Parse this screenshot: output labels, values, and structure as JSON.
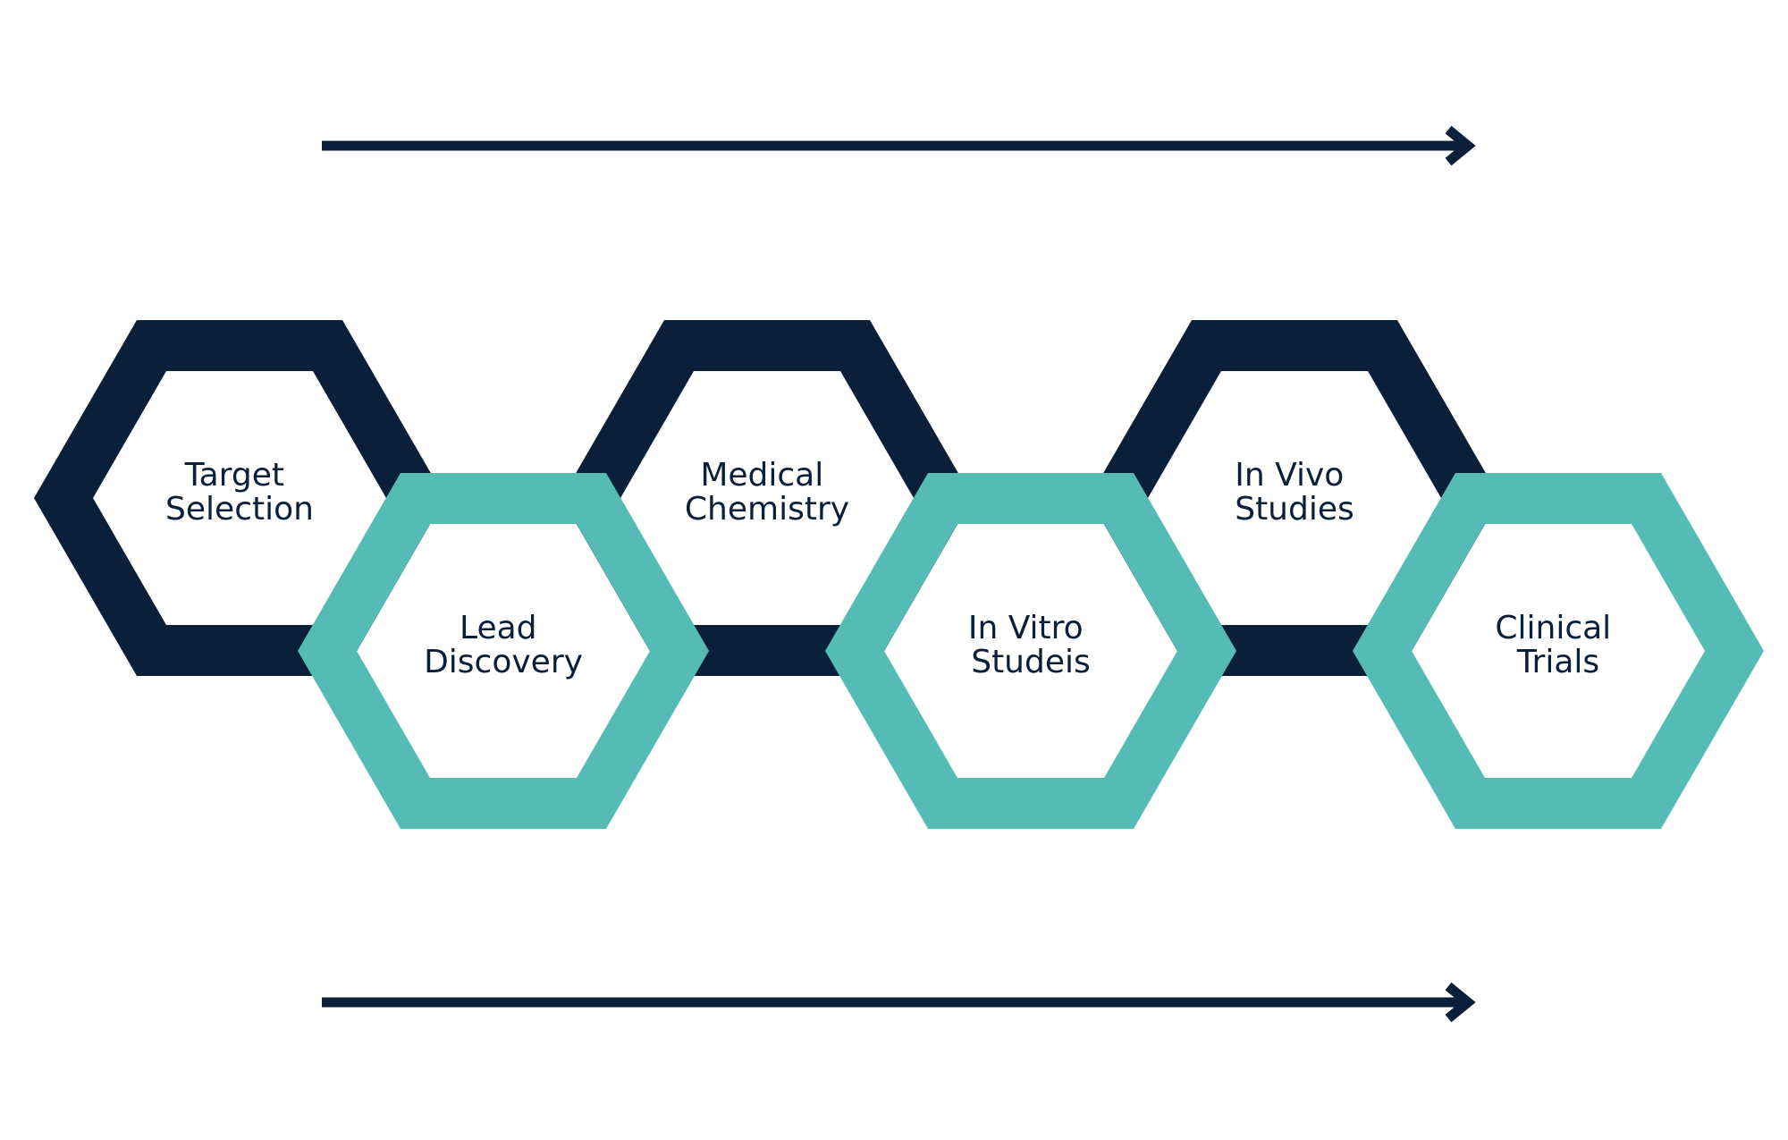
{
  "colors": {
    "navy": "#0a1f3a",
    "teal": "#54bcb5",
    "background": "#ffffff"
  },
  "arrows": [
    {
      "name": "top-flow-arrow"
    },
    {
      "name": "bottom-flow-arrow"
    }
  ],
  "steps": [
    {
      "line1": "Target",
      "line2": "Selection",
      "color": "navy"
    },
    {
      "line1": "Lead",
      "line2": "Discovery",
      "color": "teal"
    },
    {
      "line1": "Medical",
      "line2": "Chemistry",
      "color": "navy"
    },
    {
      "line1": "In Vitro",
      "line2": "Studeis",
      "color": "teal"
    },
    {
      "line1": "In Vivo",
      "line2": "Studies",
      "color": "navy"
    },
    {
      "line1": "Clinical",
      "line2": "Trials",
      "color": "teal"
    }
  ]
}
